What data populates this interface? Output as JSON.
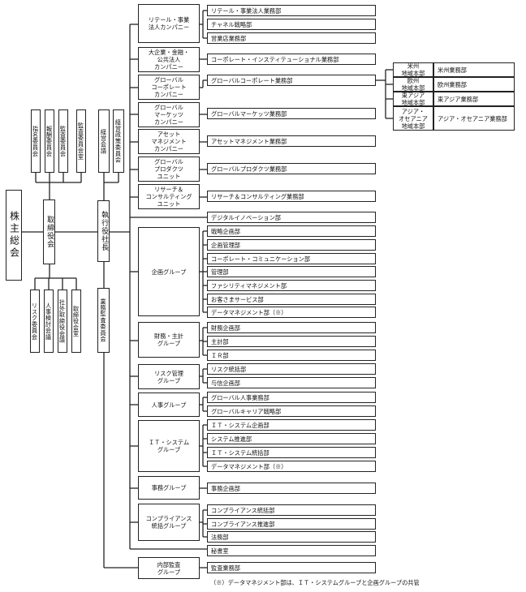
{
  "governance": {
    "shareholders": "株主総会",
    "board": "取締役会",
    "upper_committees": [
      {
        "key": "nomination",
        "label": "指名委員会"
      },
      {
        "key": "compensation",
        "label": "報酬委員会"
      },
      {
        "key": "audit",
        "label": "監査委員会"
      },
      {
        "key": "audit_office",
        "label": "監査委員会室"
      }
    ],
    "lower_committees": [
      {
        "key": "risk",
        "label": "リスク委員会"
      },
      {
        "key": "hr_review",
        "label": "人事検討会議"
      },
      {
        "key": "outside_directors",
        "label": "社外取締役会議"
      },
      {
        "key": "board_office",
        "label": "取締役会室"
      }
    ]
  },
  "management": {
    "ceo": "執行役社長",
    "management_meeting": "経営会議",
    "strategy_committee": "経営政策委員会",
    "business_audit_committee": "業務監査委員会"
  },
  "companies": [
    {
      "key": "retail",
      "name": "リテール・事業\n法人カンパニー",
      "depts": [
        "リテール・事業法人業務部",
        "チャネル戦略部",
        "営業店業務部"
      ]
    },
    {
      "key": "corporate",
      "name": "大企業・金融・\n公共法人\nカンパニー",
      "depts": [
        "コーポレート・インスティテューショナル業務部"
      ]
    },
    {
      "key": "global_corporate",
      "name": "グローバル\nコーポレート\nカンパニー",
      "depts": [
        "グローバルコーポレート業務部"
      ]
    },
    {
      "key": "global_markets",
      "name": "グローバル\nマーケッツ\nカンパニー",
      "depts": [
        "グローバルマーケッツ業務部"
      ]
    },
    {
      "key": "asset_mgmt",
      "name": "アセット\nマネジメント\nカンパニー",
      "depts": [
        "アセットマネジメント業務部"
      ]
    },
    {
      "key": "global_products",
      "name": "グローバル\nプロダクツ\nユニット",
      "depts": [
        "グローバルプロダクツ業務部"
      ]
    },
    {
      "key": "research",
      "name": "リサーチ＆\nコンサルティング\nユニット",
      "depts": [
        "リサーチ＆コンサルティング業務部"
      ]
    }
  ],
  "regions": [
    {
      "key": "americas",
      "name": "米州\n地域本部",
      "dept": "米州業務部"
    },
    {
      "key": "europe",
      "name": "欧州\n地域本部",
      "dept": "欧州業務部"
    },
    {
      "key": "east_asia",
      "name": "東アジア\n地域本部",
      "dept": "東アジア業務部"
    },
    {
      "key": "asia_oceania",
      "name": "アジア・\nオセアニア\n地域本部",
      "dept": "アジア・オセアニア業務部"
    }
  ],
  "digital_dept": "デジタルイノベーション部",
  "groups": [
    {
      "key": "planning",
      "name": "企画グループ",
      "depts": [
        "戦略企画部",
        "企画管理部",
        "コーポレート・コミュニケーション部",
        "管理部",
        "ファシリティマネジメント部",
        "お客さまサービス部",
        "データマネジメント部（※）"
      ]
    },
    {
      "key": "finance",
      "name": "財務・主計\nグループ",
      "depts": [
        "財務企画部",
        "主計部",
        "ＩＲ部"
      ]
    },
    {
      "key": "risk",
      "name": "リスク管理\nグループ",
      "depts": [
        "リスク統括部",
        "与信企画部"
      ]
    },
    {
      "key": "hr",
      "name": "人事グループ",
      "depts": [
        "グローバル人事業務部",
        "グローバルキャリア戦略部"
      ]
    },
    {
      "key": "it",
      "name": "ＩＴ・システム\nグループ",
      "depts": [
        "ＩＴ・システム企画部",
        "システム推進部",
        "ＩＴ・システム統括部",
        "データマネジメント部（※）"
      ]
    },
    {
      "key": "operations",
      "name": "事務グループ",
      "depts": [
        "事務企画部"
      ]
    },
    {
      "key": "compliance",
      "name": "コンプライアンス\n統括グループ",
      "depts": [
        "コンプライアンス統括部",
        "コンプライアンス推進部",
        "法務部"
      ]
    }
  ],
  "secretariat": "秘書室",
  "internal_audit": {
    "name": "内部監査\nグループ",
    "depts": [
      "監査業務部"
    ]
  },
  "footnote": "（※）データマネジメント部は、ＩＴ・システムグループと企画グループの共管"
}
